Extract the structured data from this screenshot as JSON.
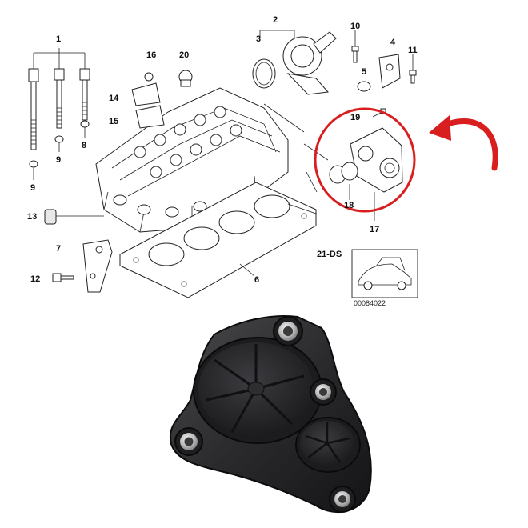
{
  "diagram": {
    "callouts": {
      "c1": "1",
      "c2": "2",
      "c3": "3",
      "c4": "4",
      "c5": "5",
      "c6": "6",
      "c7": "7",
      "c8": "8",
      "c9a": "9",
      "c9b": "9",
      "c10": "10",
      "c11": "11",
      "c12": "12",
      "c13": "13",
      "c14": "14",
      "c15": "15",
      "c16": "16",
      "c17": "17",
      "c18": "18",
      "c19": "19",
      "c20": "20"
    },
    "vehicle_code": "21-DS",
    "image_code": "00084022",
    "highlight_color": "#d81e1e",
    "product_color": "#2a2a2c"
  }
}
